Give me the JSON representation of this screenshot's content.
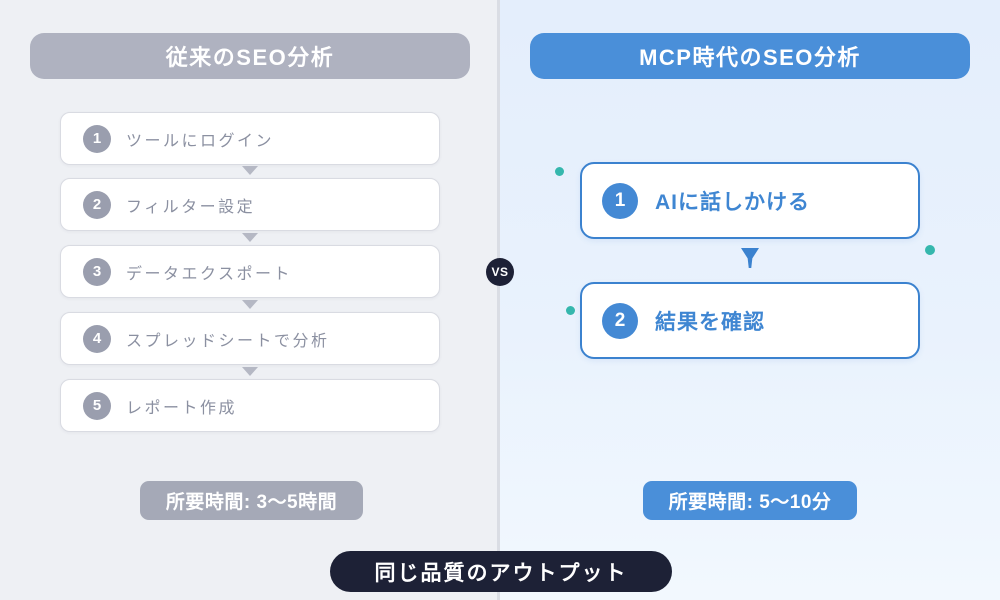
{
  "left_panel": {
    "title": "従来のSEO分析",
    "steps": [
      {
        "num": "1",
        "label": "ツールにログイン"
      },
      {
        "num": "2",
        "label": "フィルター設定"
      },
      {
        "num": "3",
        "label": "データエクスポート"
      },
      {
        "num": "4",
        "label": "スプレッドシートで分析"
      },
      {
        "num": "5",
        "label": "レポート作成"
      }
    ],
    "time": "所要時間: 3〜5時間"
  },
  "right_panel": {
    "title": "MCP時代のSEO分析",
    "steps": [
      {
        "num": "1",
        "label": "AIに話しかける"
      },
      {
        "num": "2",
        "label": "結果を確認"
      }
    ],
    "time": "所要時間: 5〜10分"
  },
  "vs_label": "VS",
  "footer_label": "同じ品質のアウトプット",
  "colors": {
    "left_background": "#eef0f4",
    "right_background_top": "#e4eefc",
    "right_background_bottom": "#f2f8fe",
    "gray_accent": "#afb2c0",
    "blue_accent": "#4a8fd9",
    "blue_border": "#3b82cf",
    "teal_dot": "#35b7ad",
    "dark_navy": "#1d2136"
  }
}
